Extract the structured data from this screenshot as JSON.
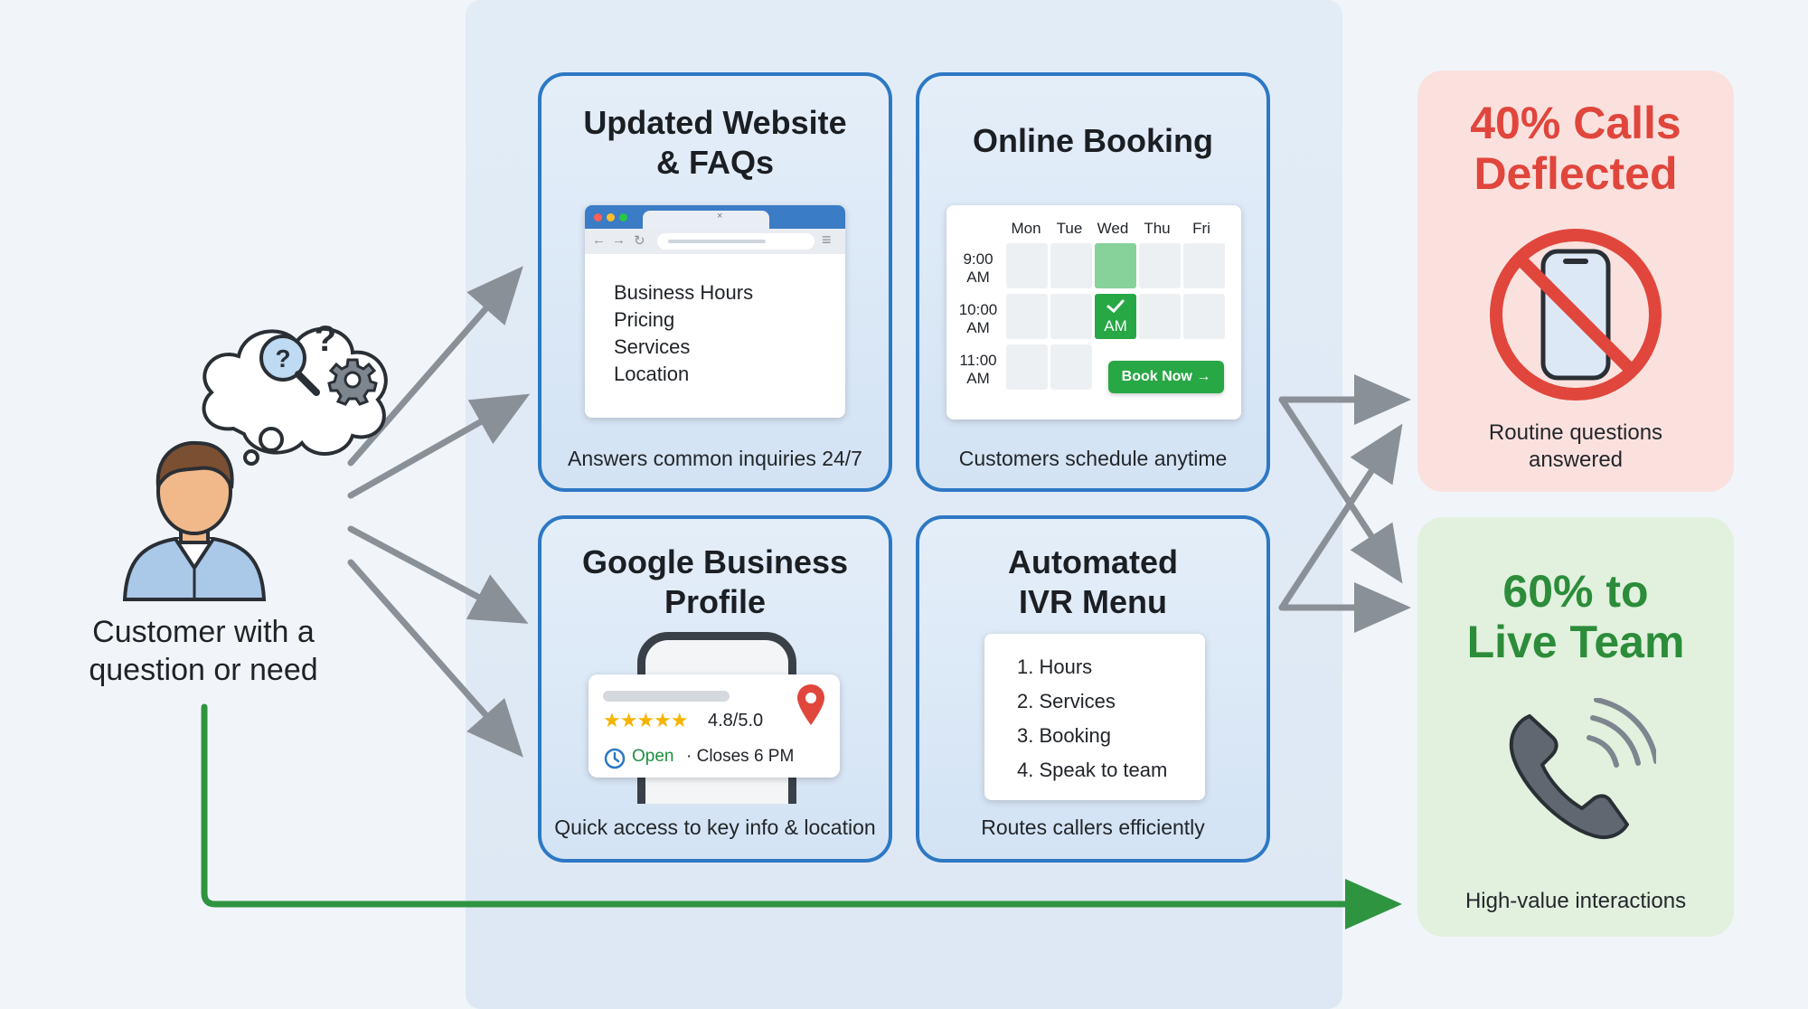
{
  "customer": {
    "label": "Customer with a\nquestion or need"
  },
  "channels": {
    "website": {
      "title": "Updated Website\n& FAQs",
      "items": [
        "Business Hours",
        "Pricing",
        "Services",
        "Location"
      ],
      "caption": "Answers common inquiries 24/7"
    },
    "booking": {
      "title": "Online Booking",
      "days": [
        "Mon",
        "Tue",
        "Wed",
        "Thu",
        "Fri"
      ],
      "times": [
        "9:00\nAM",
        "10:00\nAM",
        "11:00\nAM"
      ],
      "booked_label": "AM",
      "button_label": "Book Now →",
      "caption": "Customers schedule anytime"
    },
    "google": {
      "title": "Google Business\nProfile",
      "rating": "4.8/5.0",
      "stars": "★★★★★",
      "open_label": "Open",
      "closes_label": "· Closes 6 PM",
      "caption": "Quick access to key info & location"
    },
    "ivr": {
      "title": "Automated\nIVR Menu",
      "items": [
        "1.  Hours",
        "2.  Services",
        "3.  Booking",
        "4.  Speak to team"
      ],
      "caption": "Routes callers efficiently"
    }
  },
  "outcomes": {
    "deflected": {
      "title": "40% Calls\nDeflected",
      "caption": "Routine questions\nanswered",
      "color": "#e0463c",
      "bg": "#fbe1de"
    },
    "live": {
      "title": "60% to\nLive Team",
      "caption": "High-value interactions",
      "color": "#2c8c3a",
      "bg": "#e1f1de"
    }
  },
  "colors": {
    "card_border": "#2d78c4",
    "arrow_gray": "#8a9097",
    "arrow_green": "#2e9440"
  },
  "icons": [
    "person-avatar-icon",
    "thought-bubble-icon",
    "question-magnifier-icon",
    "gear-icon",
    "no-phone-icon",
    "phone-handset-icon",
    "map-pin-icon",
    "clock-icon",
    "checkmark-icon"
  ]
}
